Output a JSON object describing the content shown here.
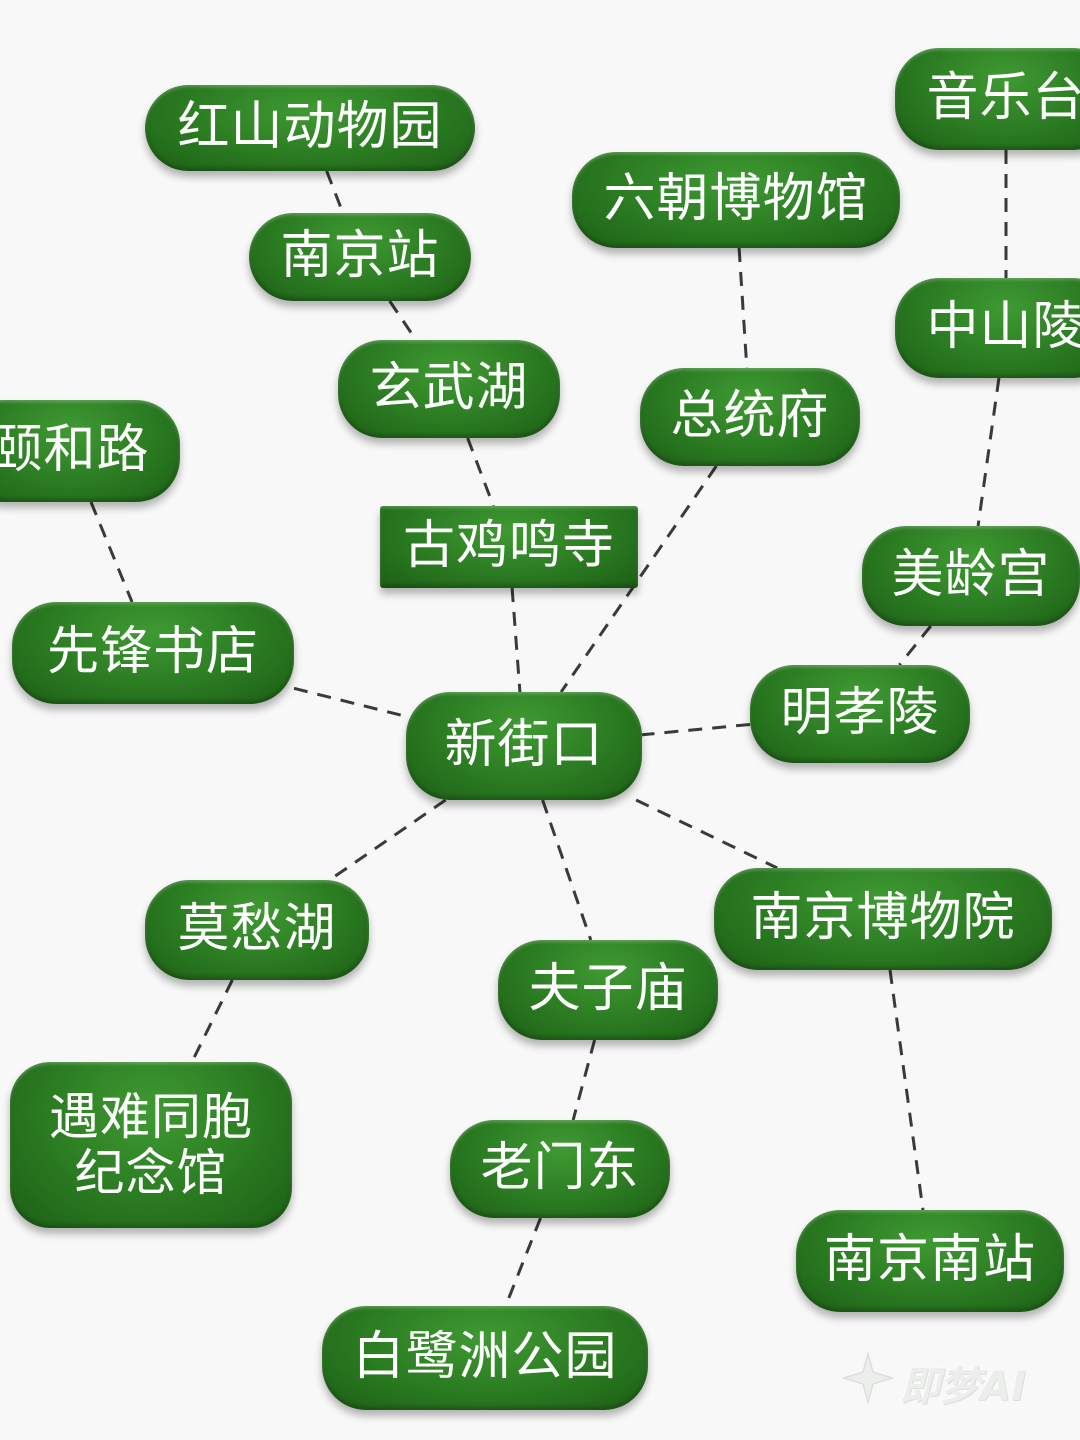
{
  "nodes": [
    {
      "id": "xinjiekou",
      "label": "新街口"
    },
    {
      "id": "hongshan",
      "label": "红山动物园"
    },
    {
      "id": "nanjingzhan",
      "label": "南京站"
    },
    {
      "id": "xuanwuhu",
      "label": "玄武湖"
    },
    {
      "id": "jimingsi",
      "label": "古鸡鸣寺"
    },
    {
      "id": "liuchao",
      "label": "六朝博物馆"
    },
    {
      "id": "zongtongfu",
      "label": "总统府"
    },
    {
      "id": "yinyuetai",
      "label": "音乐台"
    },
    {
      "id": "zhongshanling",
      "label": "中山陵"
    },
    {
      "id": "meilinggong",
      "label": "美龄宫"
    },
    {
      "id": "mingxiaoling",
      "label": "明孝陵"
    },
    {
      "id": "yiheelu",
      "label": "颐和路"
    },
    {
      "id": "xianfeng",
      "label": "先锋书店"
    },
    {
      "id": "mochouhu",
      "label": "莫愁湖"
    },
    {
      "id": "jinianguan",
      "label": "遇难同胞纪念馆"
    },
    {
      "id": "fuzimiao",
      "label": "夫子庙"
    },
    {
      "id": "laomendong",
      "label": "老门东"
    },
    {
      "id": "bailuzhou",
      "label": "白鹭洲公园"
    },
    {
      "id": "nanjingbowuyuan",
      "label": "南京博物院"
    },
    {
      "id": "nanjingnanzhan",
      "label": "南京南站"
    }
  ],
  "edges": [
    [
      "hongshan",
      "nanjingzhan"
    ],
    [
      "nanjingzhan",
      "xuanwuhu"
    ],
    [
      "xuanwuhu",
      "jimingsi"
    ],
    [
      "jimingsi",
      "xinjiekou"
    ],
    [
      "liuchao",
      "zongtongfu"
    ],
    [
      "zongtongfu",
      "xinjiekou"
    ],
    [
      "yinyuetai",
      "zhongshanling"
    ],
    [
      "zhongshanling",
      "meilinggong"
    ],
    [
      "meilinggong",
      "mingxiaoling"
    ],
    [
      "mingxiaoling",
      "xinjiekou"
    ],
    [
      "yiheelu",
      "xianfeng"
    ],
    [
      "xianfeng",
      "xinjiekou"
    ],
    [
      "xinjiekou",
      "mochouhu"
    ],
    [
      "mochouhu",
      "jinianguan"
    ],
    [
      "xinjiekou",
      "fuzimiao"
    ],
    [
      "fuzimiao",
      "laomendong"
    ],
    [
      "laomendong",
      "bailuzhou"
    ],
    [
      "xinjiekou",
      "nanjingbowuyuan"
    ],
    [
      "nanjingbowuyuan",
      "nanjingnanzhan"
    ]
  ],
  "colors": {
    "node_fill": "#2a7a21",
    "node_text": "#ffffff",
    "connector": "#3a3a3a",
    "background": "#f7f8f7"
  },
  "watermark": {
    "label": "即梦AI"
  }
}
